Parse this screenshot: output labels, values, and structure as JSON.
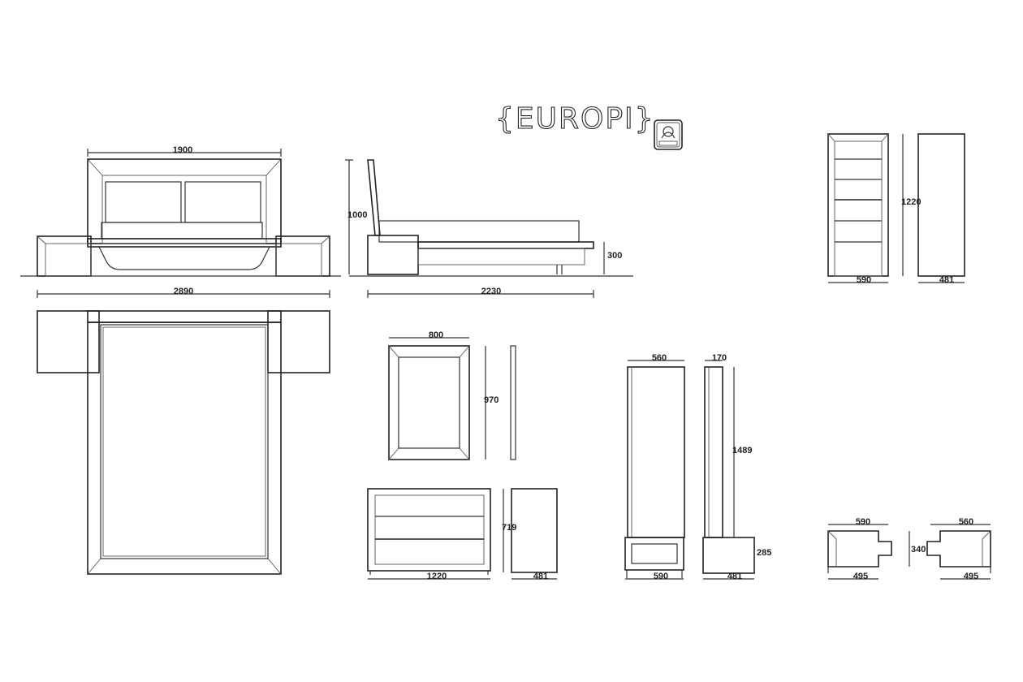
{
  "title": "{EUROPI}",
  "logo": {
    "icon": "logo-emblem-icon",
    "text": ""
  },
  "colors": {
    "line": "#333333",
    "background": "#ffffff"
  },
  "dimensions": {
    "bed_headboard_width": "1900",
    "bed_total_width": "2890",
    "bed_height": "1000",
    "bed_length": "2230",
    "bed_platform_height": "300",
    "mirror_width": "800",
    "mirror_height": "970",
    "dresser_width": "1220",
    "dresser_height": "719",
    "dresser_depth": "481",
    "wardrobe_width": "560",
    "wardrobe_depth": "170",
    "wardrobe_height": "1489",
    "wardrobe_base_height": "285",
    "wardrobe_base_width": "590",
    "wardrobe_base_depth": "481",
    "shelf_width": "590",
    "shelf_height": "1220",
    "shelf_depth": "481",
    "nightstand_left_top": "590",
    "nightstand_left_bottom": "495",
    "nightstand_right_top": "560",
    "nightstand_right_bottom": "495",
    "nightstand_height": "340"
  }
}
